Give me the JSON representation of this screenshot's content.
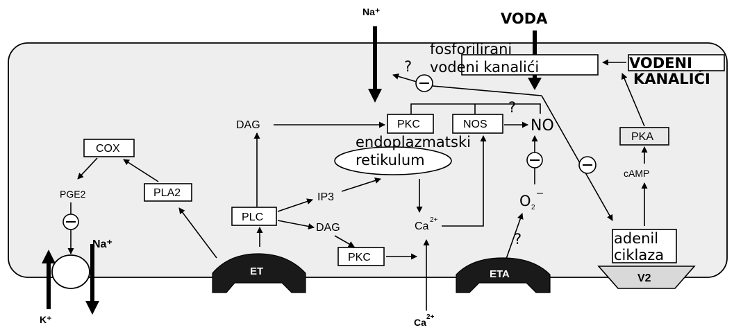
{
  "top": {
    "na_plus": "Na⁺",
    "voda": "VODA"
  },
  "labels": {
    "fosforilirani_1": "fosforilirani",
    "fosforilirani_2": "vodeni kanalići",
    "vodeni_1": "VODENI",
    "vodeni_2": "KANALIĆI",
    "question": "?",
    "dag_top": "DAG",
    "pkc_top": "PKC",
    "nos": "NOS",
    "no": "NO",
    "endo_1": "endoplazmatski",
    "endo_2": "retikulum",
    "cox": "COX",
    "pla2": "PLA2",
    "pge2": "PGE2",
    "plc": "PLC",
    "ip3": "IP3",
    "dag_mid": "DAG",
    "pkc_bottom": "PKC",
    "ca": "Ca",
    "ca_sup": "2+",
    "o2": "O",
    "o2_sub": "2",
    "o2_sup": "–",
    "pka": "PKA",
    "camp": "cAMP",
    "adenil_1": "adenil",
    "adenil_2": "ciklaza",
    "na_left": "Na⁺",
    "k_plus": "K⁺",
    "minus": "–"
  },
  "receptors": {
    "et": "ET",
    "eta": "ETA",
    "v2": "V2"
  },
  "colors": {
    "cell_fill": "#eeeeee",
    "receptor_fill": "#1a1a1a",
    "v2_fill": "#d9d9d9",
    "pka_fill": "#e8e8e8"
  }
}
